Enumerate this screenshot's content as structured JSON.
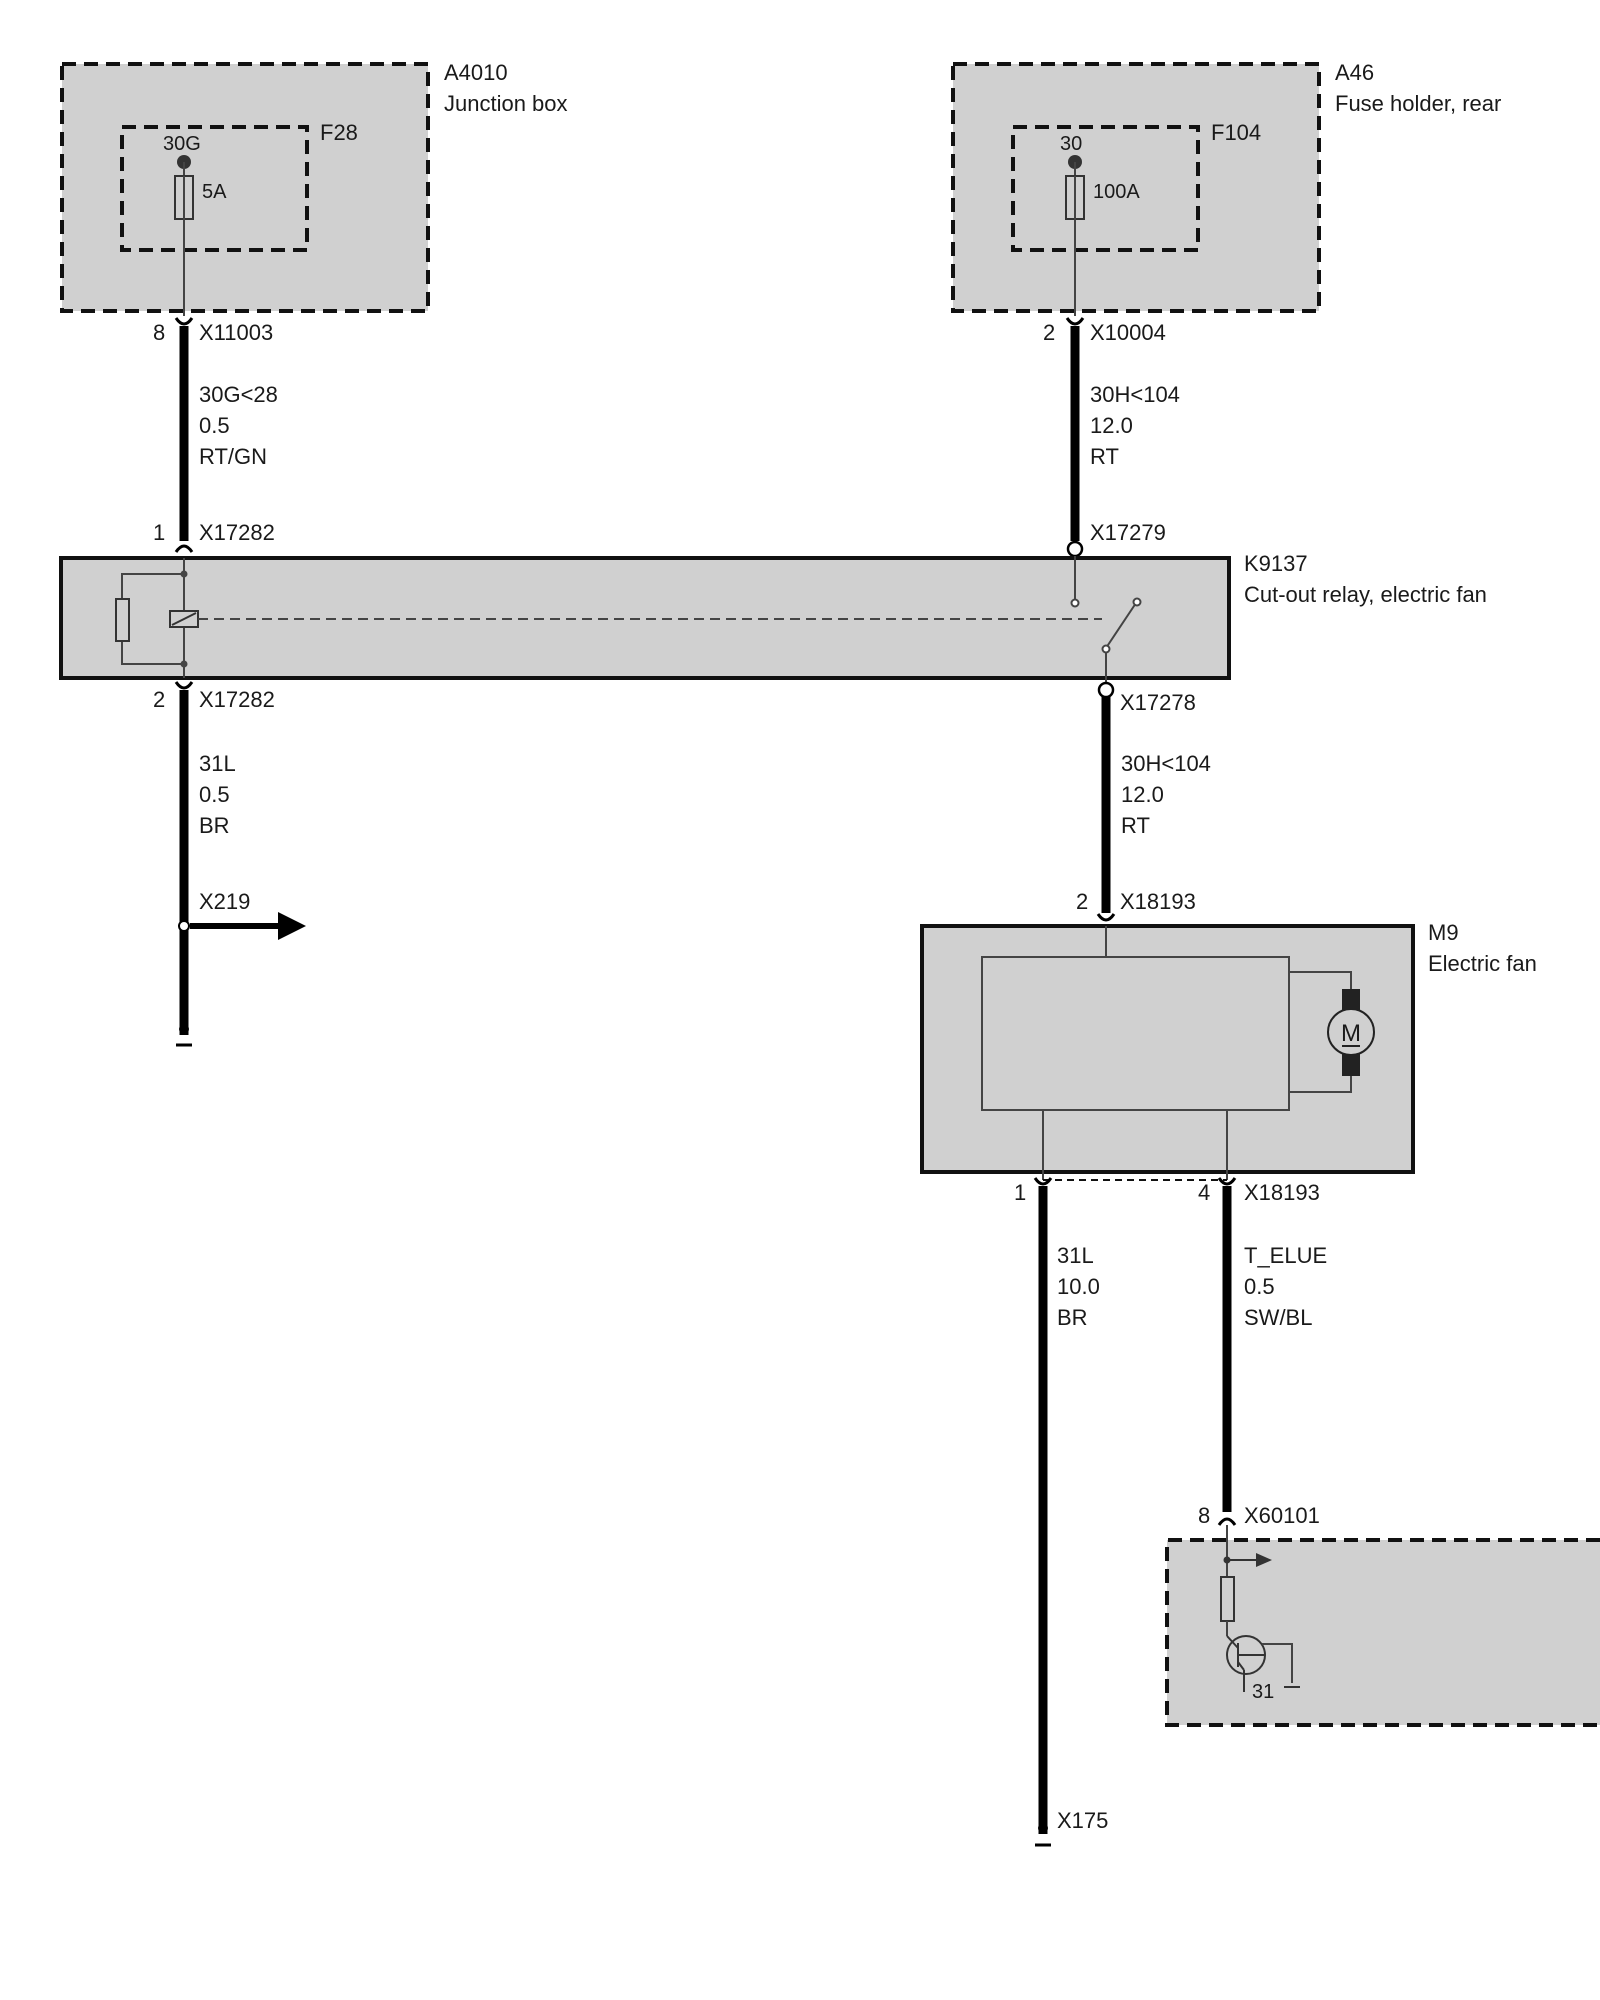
{
  "components": {
    "a4010": {
      "id": "A4010",
      "name": "Junction box"
    },
    "f28": {
      "id": "F28",
      "terminal": "30G",
      "rating": "5A"
    },
    "a46": {
      "id": "A46",
      "name": "Fuse holder, rear"
    },
    "f104": {
      "id": "F104",
      "terminal": "30",
      "rating": "100A"
    },
    "k9137": {
      "id": "K9137",
      "name": "Cut-out relay, electric fan"
    },
    "m9": {
      "id": "M9",
      "name": "Electric fan",
      "motor_symbol": "M"
    },
    "module": {
      "ground_terminal": "31"
    }
  },
  "connectors": {
    "x11003": {
      "pin": "8",
      "id": "X11003"
    },
    "x10004": {
      "pin": "2",
      "id": "X10004"
    },
    "x17282_top": {
      "pin": "1",
      "id": "X17282"
    },
    "x17279": {
      "id": "X17279"
    },
    "x17282_bottom": {
      "pin": "2",
      "id": "X17282"
    },
    "x17278": {
      "id": "X17278"
    },
    "x219": {
      "id": "X219"
    },
    "x18193_top": {
      "pin": "2",
      "id": "X18193"
    },
    "x18193_bottom_left": {
      "pin": "1"
    },
    "x18193_bottom_right": {
      "pin": "4",
      "id": "X18193"
    },
    "x60101": {
      "pin": "8",
      "id": "X60101"
    },
    "x175": {
      "id": "X175"
    }
  },
  "wires": {
    "w1": {
      "signal": "30G<28",
      "size": "0.5",
      "color": "RT/GN"
    },
    "w2": {
      "signal": "30H<104",
      "size": "12.0",
      "color": "RT"
    },
    "w3": {
      "signal": "31L",
      "size": "0.5",
      "color": "BR"
    },
    "w4": {
      "signal": "30H<104",
      "size": "12.0",
      "color": "RT"
    },
    "w5": {
      "signal": "31L",
      "size": "10.0",
      "color": "BR"
    },
    "w6": {
      "signal": "T_ELUE",
      "size": "0.5",
      "color": "SW/BL"
    }
  },
  "colors": {
    "box_fill": "#d0d0d0",
    "line": "#000000"
  }
}
